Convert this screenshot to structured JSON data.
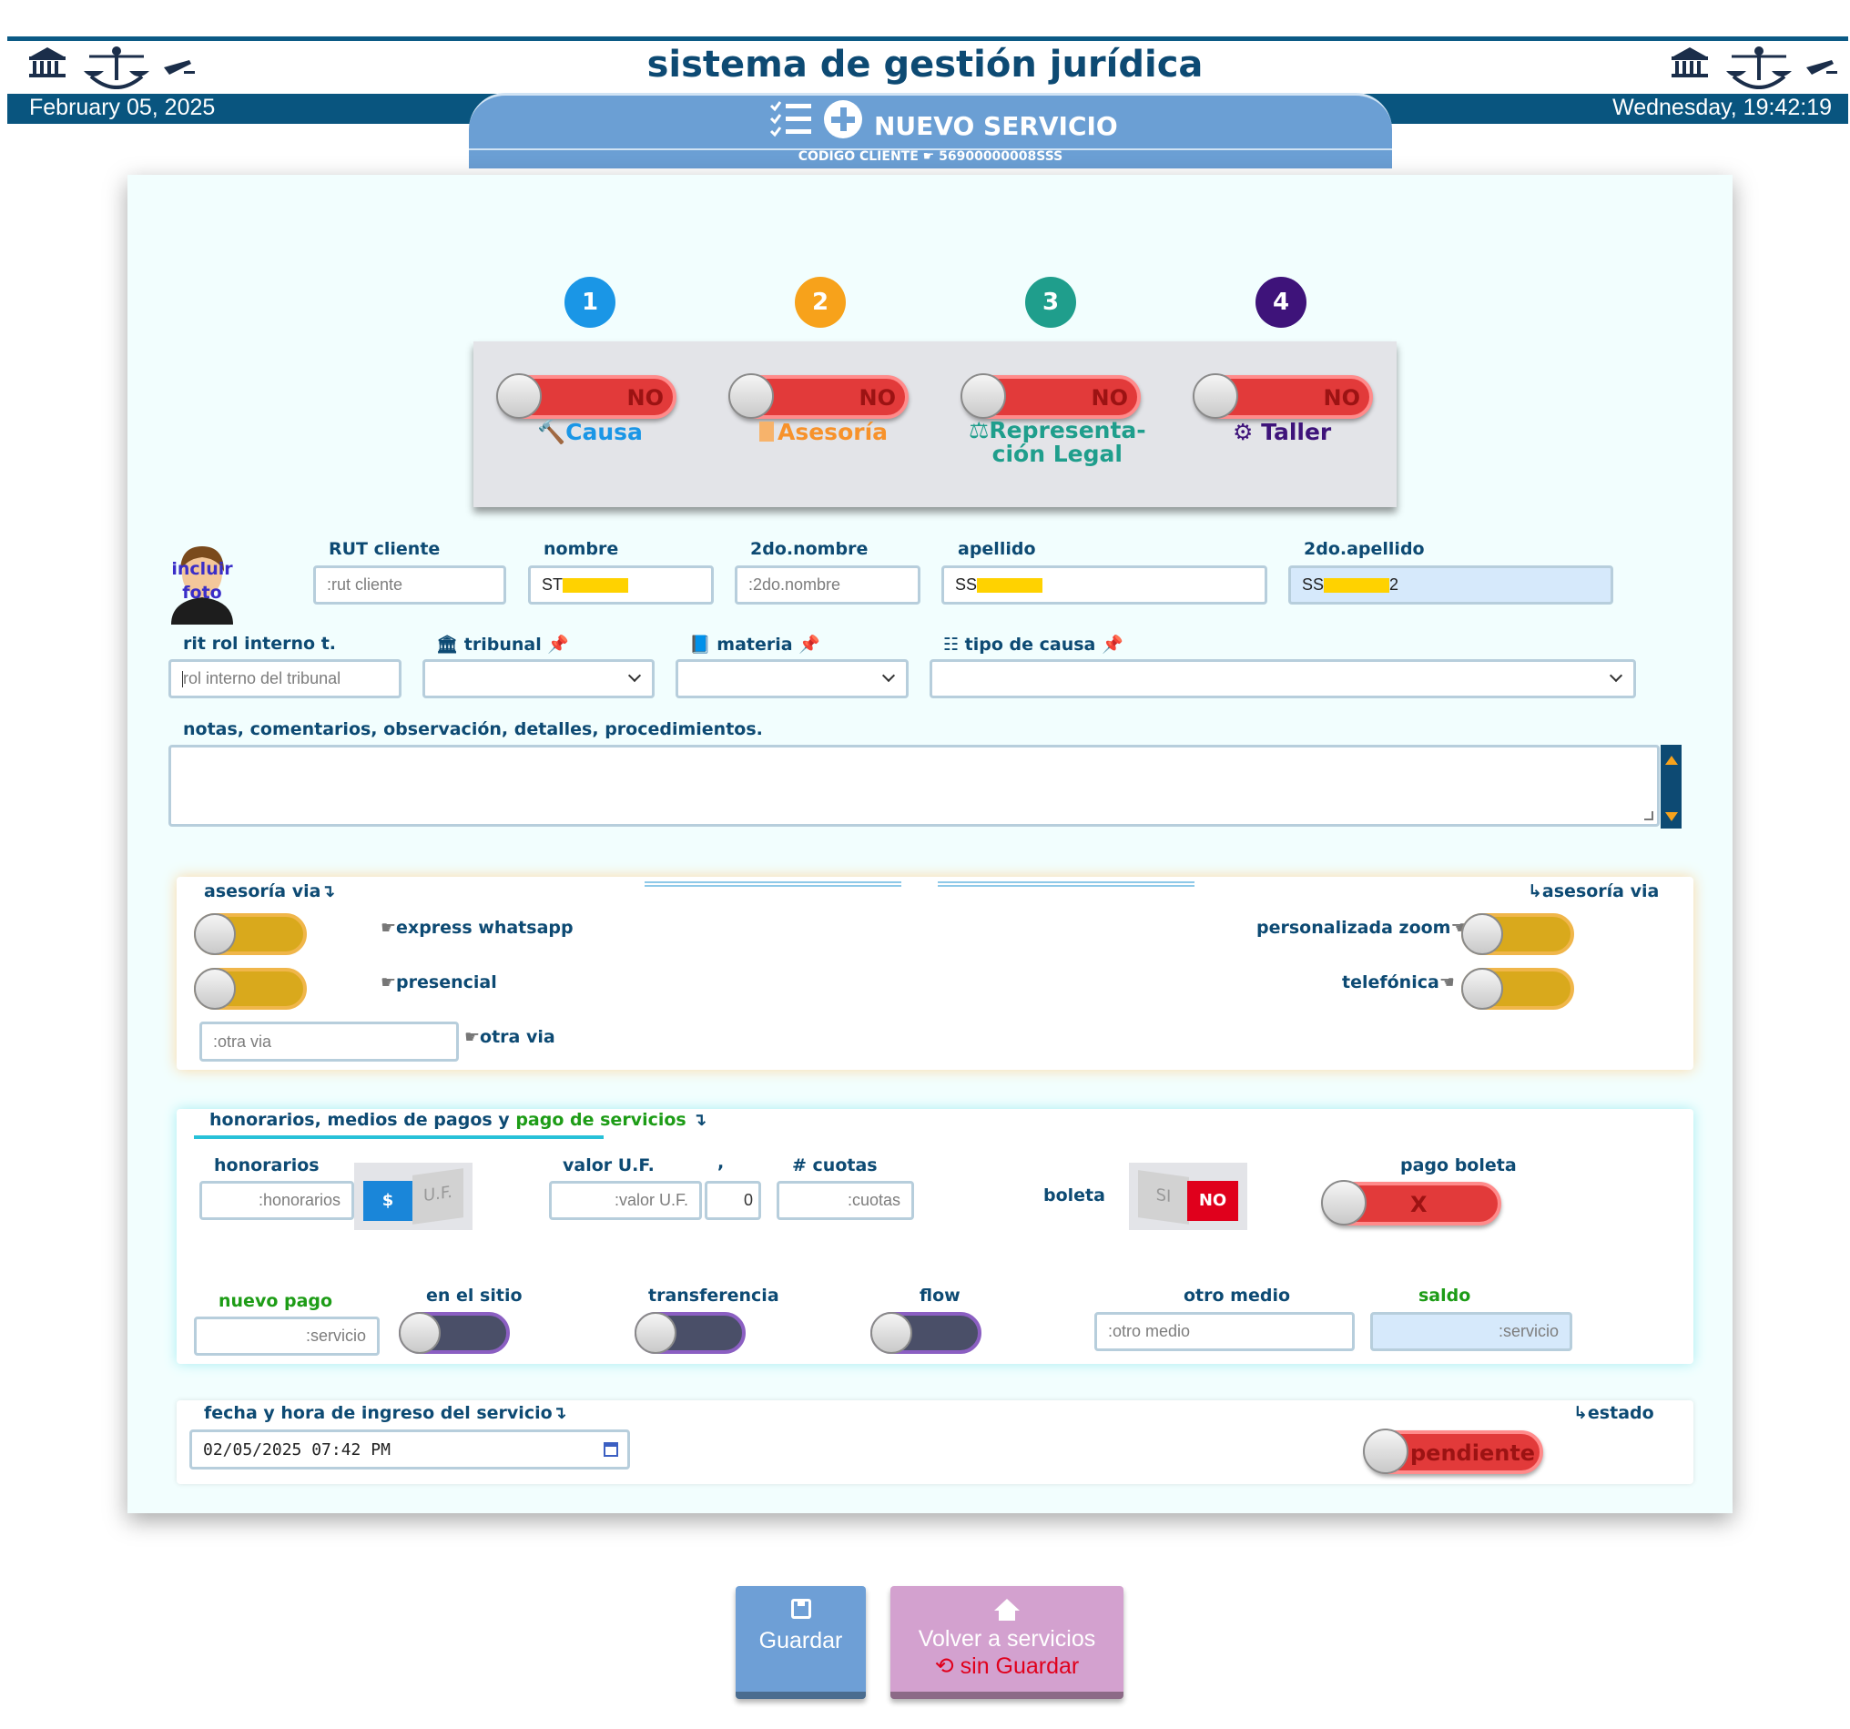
{
  "header": {
    "title": "sistema de gestión jurídica",
    "date": "February 05, 2025",
    "datetime": "Wednesday, 19:42:19",
    "section_title": "NUEVO SERVICIO",
    "client_code_label": "CODIGO CLIENTE",
    "client_code_value": "56900000008SSS"
  },
  "steps": [
    {
      "number": "1",
      "color": "#1a96e6",
      "toggle_text": "NO",
      "label": "Causa",
      "icon": "gavel-icon",
      "label_color": "#1a96e6"
    },
    {
      "number": "2",
      "color": "#f7a21b",
      "toggle_text": "NO",
      "label": "Asesoría",
      "icon": "document-icon",
      "label_color": "#f7922b"
    },
    {
      "number": "3",
      "color": "#1f9e8c",
      "toggle_text": "NO",
      "label": "Representa-",
      "label2": "ción Legal",
      "icon": "scales-icon",
      "label_color": "#1f9e8c"
    },
    {
      "number": "4",
      "color": "#3e137a",
      "toggle_text": "NO",
      "label": "Taller",
      "icon": "gears-icon",
      "label_color": "#3e137a"
    }
  ],
  "photo": {
    "label1": "incluir",
    "label2": "foto"
  },
  "client_fields": {
    "rut_label": "RUT cliente",
    "rut_placeholder": ":rut cliente",
    "nombre_label": "nombre",
    "nombre_value": "ST",
    "nombre2_label": "2do.nombre",
    "nombre2_placeholder": ":2do.nombre",
    "apellido_label": "apellido",
    "apellido_value": "SS",
    "apellido2_label": "2do.apellido",
    "apellido2_value": "SS",
    "apellido2_tail": "2"
  },
  "case_fields": {
    "rit_label": "rit rol interno t.",
    "rit_placeholder": "rol interno del tribunal",
    "tribunal_label": "tribunal",
    "materia_label": "materia",
    "tipo_label": "tipo de causa",
    "notas_label": "notas, comentarios, observación, detalles, procedimientos."
  },
  "asesoria": {
    "left_title": "asesoría via",
    "right_title": "asesoría via",
    "express": "express whatsapp",
    "presencial": "presencial",
    "otra_placeholder": ":otra via",
    "otra_label": "otra via",
    "zoom": "personalizada zoom",
    "telefonica": "telefónica"
  },
  "honorarios": {
    "title_part1": "honorarios, medios de pagos y",
    "title_part2": "pago de servicios",
    "honorarios_label": "honorarios",
    "honorarios_placeholder": ":honorarios",
    "currency_dollar": "$",
    "currency_uf": "U.F.",
    "valor_uf_label": "valor U.F.",
    "valor_uf_placeholder": ":valor U.F.",
    "comma": ",",
    "decimal_value": "0",
    "cuotas_label": "# cuotas",
    "cuotas_placeholder": ":cuotas",
    "boleta_label": "boleta",
    "boleta_si": "SI",
    "boleta_no": "NO",
    "pago_boleta_label": "pago boleta",
    "pago_boleta_value": "X",
    "nuevo_pago_label": "nuevo pago",
    "nuevo_pago_placeholder": ":servicio",
    "en_sitio_label": "en el sitio",
    "transferencia_label": "transferencia",
    "flow_label": "flow",
    "otro_medio_label": "otro medio",
    "otro_medio_placeholder": ":otro medio",
    "saldo_label": "saldo",
    "saldo_placeholder": ":servicio"
  },
  "fecha": {
    "label": "fecha y hora de ingreso del servicio",
    "value": "02/05/2025 07:42 PM",
    "estado_label": "estado",
    "estado_value": "pendiente"
  },
  "buttons": {
    "guardar": "Guardar",
    "volver1": "Volver a servicios",
    "volver2": "sin Guardar"
  },
  "colors": {
    "navy": "#0d4a73",
    "header_bar": "#09557f",
    "tab_blue": "#6b9fd4",
    "red": "#e23a3a",
    "gold": "#d9a91c",
    "guardar_bg": "#6e9fd6",
    "volver_bg": "#d3a1cf"
  }
}
